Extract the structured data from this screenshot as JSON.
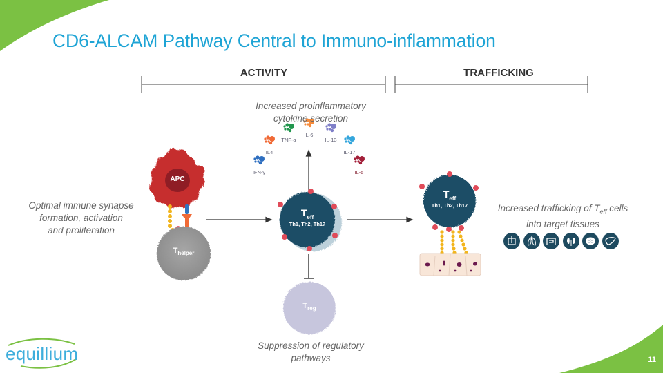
{
  "slide": {
    "title": "CD6-ALCAM Pathway Central to Immuno-inflammation",
    "page_number": "11",
    "brand_colors": {
      "green": "#7bc143",
      "blue": "#1ea4d5",
      "navy": "#1e4a5f"
    }
  },
  "sections": [
    {
      "label": "ACTIVITY"
    },
    {
      "label": "TRAFFICKING"
    }
  ],
  "captions": {
    "cytokine_secretion": [
      "Increased proinflammatory",
      "cytokine secretion"
    ],
    "synapse": [
      "Optimal immune synapse",
      "formation, activation",
      "and proliferation"
    ],
    "trafficking_line1_pre": "Increased trafficking of T",
    "trafficking_line1_sub": "eff",
    "trafficking_line1_post": " cells",
    "trafficking_line2": "into target tissues",
    "suppression": [
      "Suppression of regulatory",
      "pathways"
    ]
  },
  "cytokines": [
    {
      "label": "IFN-γ",
      "color": "#2f6fc0"
    },
    {
      "label": "IL4",
      "color": "#f06a36"
    },
    {
      "label": "TNF-α",
      "color": "#21964d"
    },
    {
      "label": "IL-6",
      "color": "#f58a3a"
    },
    {
      "label": "IL-13",
      "color": "#7f7fc8"
    },
    {
      "label": "IL-17",
      "color": "#35a6dc"
    },
    {
      "label": "IL-5",
      "color": "#a3203a"
    }
  ],
  "cells": {
    "apc": {
      "label": "APC",
      "color": "#c62f2f"
    },
    "thelper": {
      "label": "T",
      "sub": "helper",
      "color": "#9a9a9a"
    },
    "teff": {
      "label": "T",
      "sub": "eff",
      "subtypes": "Th1, Th2, Th17",
      "color": "#1b4d66"
    },
    "treg": {
      "label": "T",
      "sub": "reg",
      "color": "#c7c6dd"
    }
  },
  "target_tissues": [
    {
      "icon": "skin-icon"
    },
    {
      "icon": "lungs-icon"
    },
    {
      "icon": "intestine-icon"
    },
    {
      "icon": "kidneys-icon"
    },
    {
      "icon": "brain-icon"
    },
    {
      "icon": "liver-icon"
    }
  ],
  "logo": {
    "text": "equillium"
  }
}
